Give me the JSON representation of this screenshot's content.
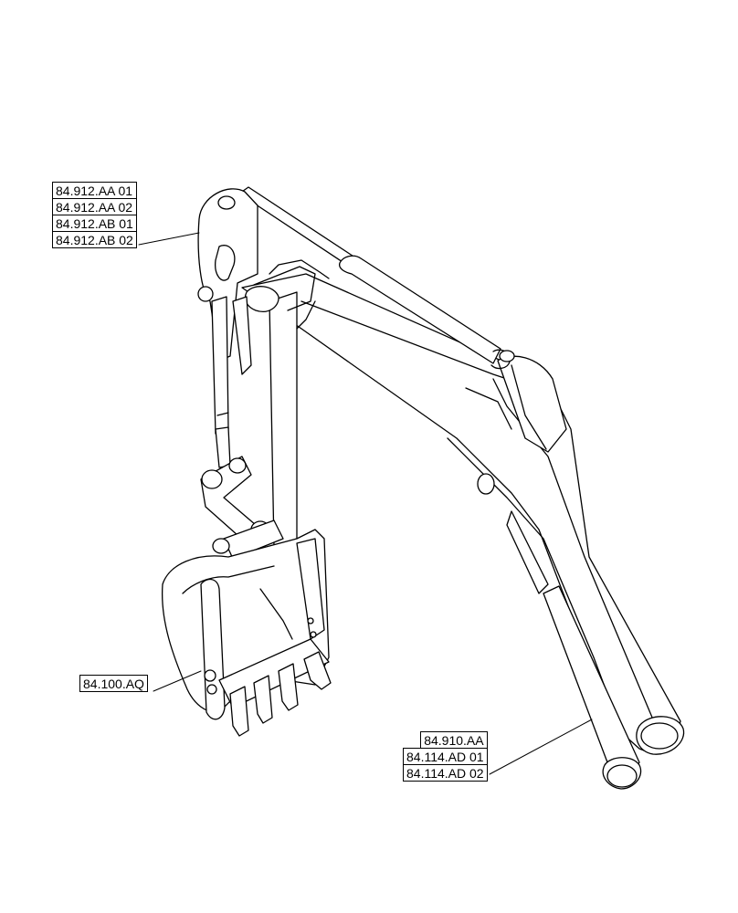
{
  "callouts": {
    "top": [
      "84.912.AA 01",
      "84.912.AA 02",
      "84.912.AB 01",
      "84.912.AB 02"
    ],
    "bucket": [
      "84.100.AQ"
    ],
    "bottom": [
      "84.910.AA",
      "84.114.AD 01",
      "84.114.AD 02"
    ]
  },
  "colors": {
    "line": "#000000",
    "background": "#ffffff"
  }
}
